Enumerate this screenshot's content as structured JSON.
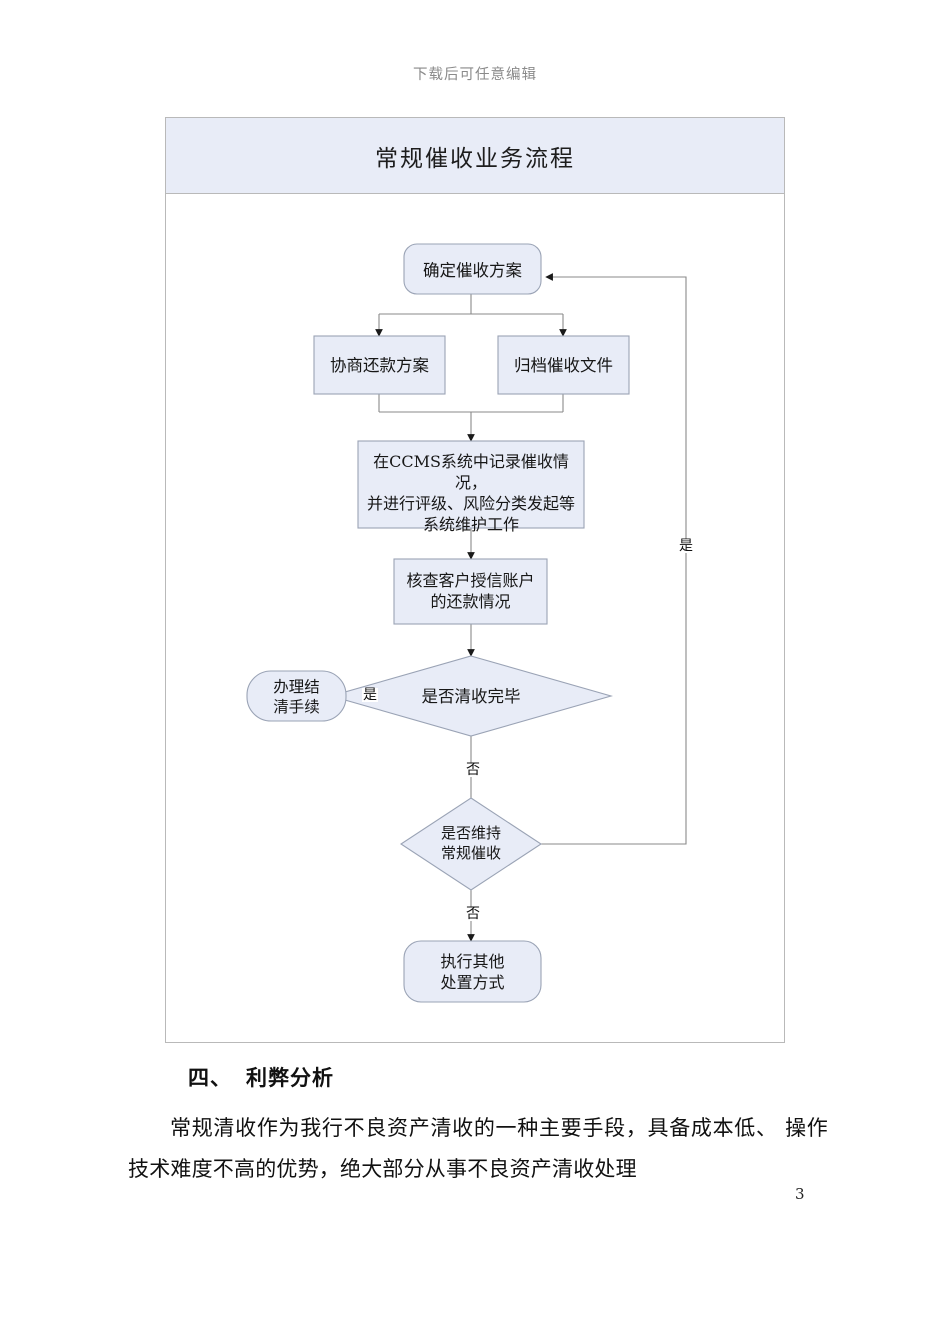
{
  "document": {
    "top_note": "下载后可任意编辑",
    "page_number": "3"
  },
  "flowchart": {
    "title": "常规催收业务流程",
    "nodes": {
      "n1": {
        "label": "确定催收方案",
        "shape": "rounded-terminal"
      },
      "n2": {
        "label": "协商还款方案",
        "shape": "process"
      },
      "n3": {
        "label": "归档催收文件",
        "shape": "process"
      },
      "n4": {
        "label": "在CCMS系统中记录催收情况，\n并进行评级、风险分类发起等\n系统维护工作",
        "shape": "process"
      },
      "n5": {
        "label": "核查客户授信账户\n的还款情况",
        "shape": "process"
      },
      "n6": {
        "label": "是否清收完毕",
        "shape": "decision"
      },
      "n7": {
        "label": "办理结\n清手续",
        "shape": "rounded-terminal"
      },
      "n8": {
        "label": "是否维持\n常规催收",
        "shape": "decision"
      },
      "n9": {
        "label": "执行其他\n处置方式",
        "shape": "rounded-terminal"
      }
    },
    "edge_labels": {
      "e_yes_settle": "是",
      "e_no_settle": "否",
      "e_yes_loop": "是",
      "e_no_other": "否"
    },
    "colors": {
      "shape_fill": "#e8ecf7",
      "shape_stroke": "#9aa3b5",
      "frame_stroke": "#b9b9b9",
      "connector": "#7a7a7a",
      "title_bar": "#e8ecf7"
    }
  },
  "body": {
    "section_number": "四、",
    "section_title": "利弊分析",
    "paragraph": "常规清收作为我行不良资产清收的一种主要手段，具备成本低、 操作技术难度不高的优势，绝大部分从事不良资产清收处理"
  }
}
